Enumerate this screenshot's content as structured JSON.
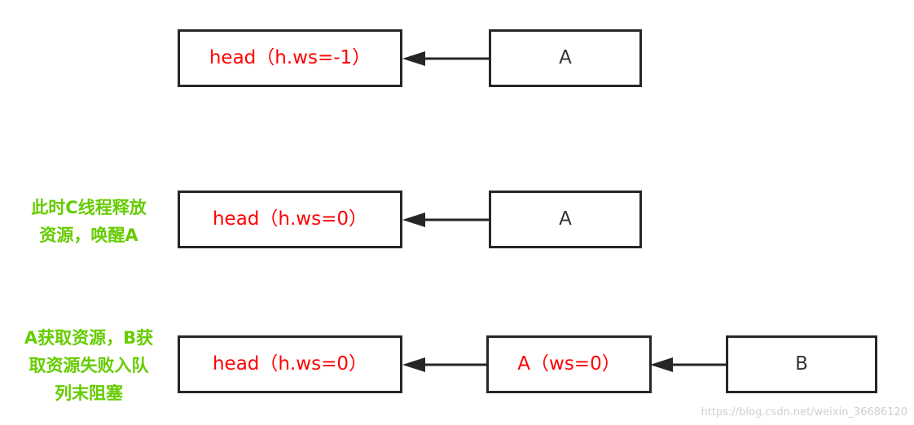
{
  "rows": [
    {
      "note": [],
      "nodes": [
        {
          "label": "head（h.ws=-1）",
          "color": "#ff0000"
        },
        {
          "label": "A",
          "color": "#333333"
        }
      ]
    },
    {
      "note": [
        "此时C线程释放",
        "资源，唤醒A"
      ],
      "nodes": [
        {
          "label": "head（h.ws=0）",
          "color": "#ff0000"
        },
        {
          "label": "A",
          "color": "#333333"
        }
      ]
    },
    {
      "note": [
        "A获取资源，B获",
        "取资源失败入队",
        "列末阻塞"
      ],
      "nodes": [
        {
          "label": "head（h.ws=0）",
          "color": "#ff0000"
        },
        {
          "label": "A（ws=0）",
          "color": "#ff0000"
        },
        {
          "label": "B",
          "color": "#333333"
        }
      ]
    }
  ],
  "colors": {
    "node_border": "#262626",
    "head_text": "#ff0000",
    "plain_text": "#333333",
    "note_text": "#66cc00",
    "arrow": "#262626",
    "watermark": "#cfcfcf"
  },
  "watermark": "https://blog.csdn.net/weixin_36686120"
}
